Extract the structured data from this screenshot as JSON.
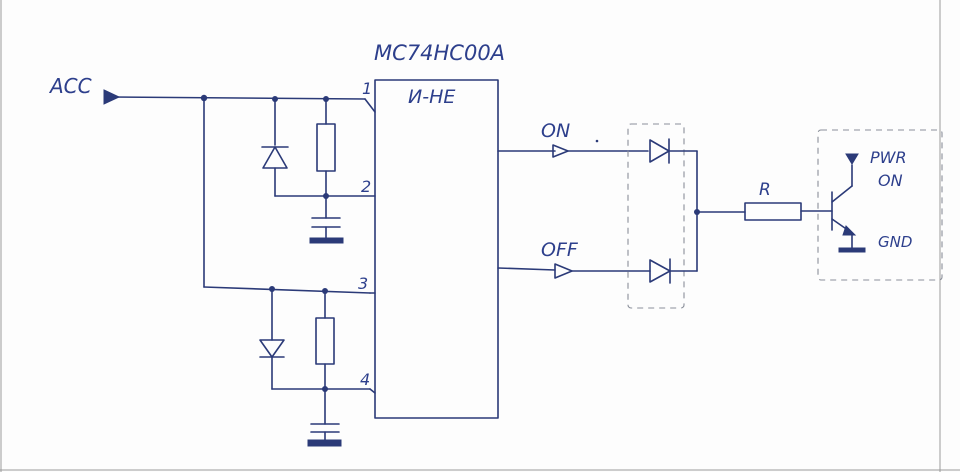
{
  "diagram": {
    "chip_part": "MC74HC00A",
    "chip_function": "И-НЕ",
    "input_label": "ACC",
    "pins": [
      "1",
      "2",
      "3",
      "4"
    ],
    "outputs": {
      "on": "ON",
      "off": "OFF"
    },
    "resistor_label": "R",
    "transistor_collector_label_1": "PWR",
    "transistor_collector_label_2": "ON",
    "ground_label": "GND"
  }
}
